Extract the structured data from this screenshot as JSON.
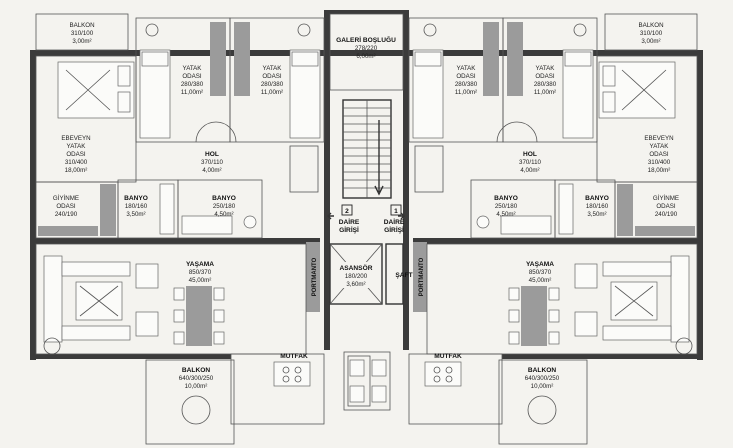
{
  "rooms": {
    "balkon_tl": {
      "name": "BALKON",
      "dims": "310/100",
      "area": "3,00m²"
    },
    "balkon_tr": {
      "name": "BALKON",
      "dims": "310/100",
      "area": "3,00m²"
    },
    "galeri": {
      "name": "GALERİ BOŞLUĞU",
      "dims": "278/220",
      "area": "6,00m²"
    },
    "yatak1_l": {
      "name1": "YATAK",
      "name2": "ODASI",
      "dims": "280/380",
      "area": "11,00m²"
    },
    "yatak2_l": {
      "name1": "YATAK",
      "name2": "ODASI",
      "dims": "280/380",
      "area": "11,00m²"
    },
    "yatak1_r": {
      "name1": "YATAK",
      "name2": "ODASI",
      "dims": "280/380",
      "area": "11,00m²"
    },
    "yatak2_r": {
      "name1": "YATAK",
      "name2": "ODASI",
      "dims": "280/380",
      "area": "11,00m²"
    },
    "ebeveyn_l": {
      "name1": "EBEVEYN",
      "name2": "YATAK",
      "name3": "ODASI",
      "dims": "310/400",
      "area": "18,00m²"
    },
    "ebeveyn_r": {
      "name1": "EBEVEYN",
      "name2": "YATAK",
      "name3": "ODASI",
      "dims": "310/400",
      "area": "18,00m²"
    },
    "giyinme_l": {
      "name1": "GİYİNME",
      "name2": "ODASI",
      "dims": "240/190"
    },
    "giyinme_r": {
      "name1": "GİYİNME",
      "name2": "ODASI",
      "dims": "240/190"
    },
    "hol_l": {
      "name": "HOL",
      "dims": "370/110",
      "area": "4,00m²"
    },
    "hol_r": {
      "name": "HOL",
      "dims": "370/110",
      "area": "4,00m²"
    },
    "banyo1_l": {
      "name": "BANYO",
      "dims": "180/160",
      "area": "3,50m²"
    },
    "banyo2_l": {
      "name": "BANYO",
      "dims": "250/180",
      "area": "4,50m²"
    },
    "banyo1_r": {
      "name": "BANYO",
      "dims": "250/180",
      "area": "4,50m²"
    },
    "banyo2_r": {
      "name": "BANYO",
      "dims": "180/160",
      "area": "3,50m²"
    },
    "daire2": {
      "num": "2",
      "name1": "DAİRE",
      "name2": "GİRİŞİ"
    },
    "daire1": {
      "num": "1",
      "name1": "DAİRE",
      "name2": "GİRİŞİ"
    },
    "asansor": {
      "name": "ASANSÖR",
      "dims": "180/200",
      "area": "3,60m²"
    },
    "saft": {
      "name": "ŞAFT"
    },
    "portmanto_l": {
      "name": "PORTMANTO"
    },
    "portmanto_r": {
      "name": "PORTMANTO"
    },
    "yasama_l": {
      "name": "YAŞAMA",
      "dims": "850/370",
      "area": "45,00m²"
    },
    "yasama_r": {
      "name": "YAŞAMA",
      "dims": "850/370",
      "area": "45,00m²"
    },
    "mutfak_l": {
      "name": "MUTFAK"
    },
    "mutfak_r": {
      "name": "MUTFAK"
    },
    "balkon_bl": {
      "name": "BALKON",
      "dims": "640/300/250",
      "area": "10,00m²"
    },
    "balkon_br": {
      "name": "BALKON",
      "dims": "640/300/250",
      "area": "10,00m²"
    }
  },
  "icons": [
    "bed-icon",
    "wardrobe-icon",
    "toilet-icon",
    "sink-icon",
    "shower-icon",
    "bathtub-icon",
    "sofa-icon",
    "dining-table-icon",
    "cooktop-icon",
    "plant-icon",
    "door-swing-icon",
    "stair-arrow-icon"
  ],
  "colors": {
    "wall": "#3b3b3b",
    "background": "#f4f3ef",
    "hatch": "#9b9b9b"
  }
}
